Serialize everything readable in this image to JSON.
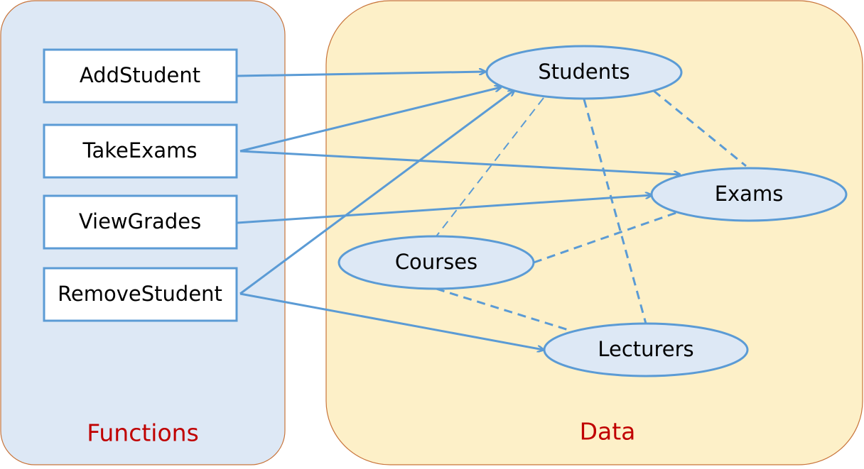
{
  "colors": {
    "functions_region_fill": "#dde8f5",
    "data_region_fill": "#fdf0c8",
    "region_border": "#c8743a",
    "box_border": "#5b9bd5",
    "ellipse_fill": "#dde8f5",
    "arrow": "#5b9bd5",
    "region_label": "#c00000"
  },
  "regions": {
    "functions_label": "Functions",
    "data_label": "Data"
  },
  "functions": [
    {
      "id": "add_student",
      "label": "AddStudent"
    },
    {
      "id": "take_exams",
      "label": "TakeExams"
    },
    {
      "id": "view_grades",
      "label": "ViewGrades"
    },
    {
      "id": "remove_student",
      "label": "RemoveStudent"
    }
  ],
  "data_entities": [
    {
      "id": "students",
      "label": "Students"
    },
    {
      "id": "exams",
      "label": "Exams"
    },
    {
      "id": "courses",
      "label": "Courses"
    },
    {
      "id": "lecturers",
      "label": "Lecturers"
    }
  ],
  "accesses": [
    {
      "from": "add_student",
      "to": "students"
    },
    {
      "from": "take_exams",
      "to": "students"
    },
    {
      "from": "take_exams",
      "to": "exams"
    },
    {
      "from": "view_grades",
      "to": "exams"
    },
    {
      "from": "remove_student",
      "to": "students"
    },
    {
      "from": "remove_student",
      "to": "lecturers"
    }
  ],
  "relations": [
    {
      "from": "students",
      "to": "exams"
    },
    {
      "from": "students",
      "to": "courses"
    },
    {
      "from": "students",
      "to": "lecturers"
    },
    {
      "from": "courses",
      "to": "exams"
    },
    {
      "from": "courses",
      "to": "lecturers"
    }
  ]
}
